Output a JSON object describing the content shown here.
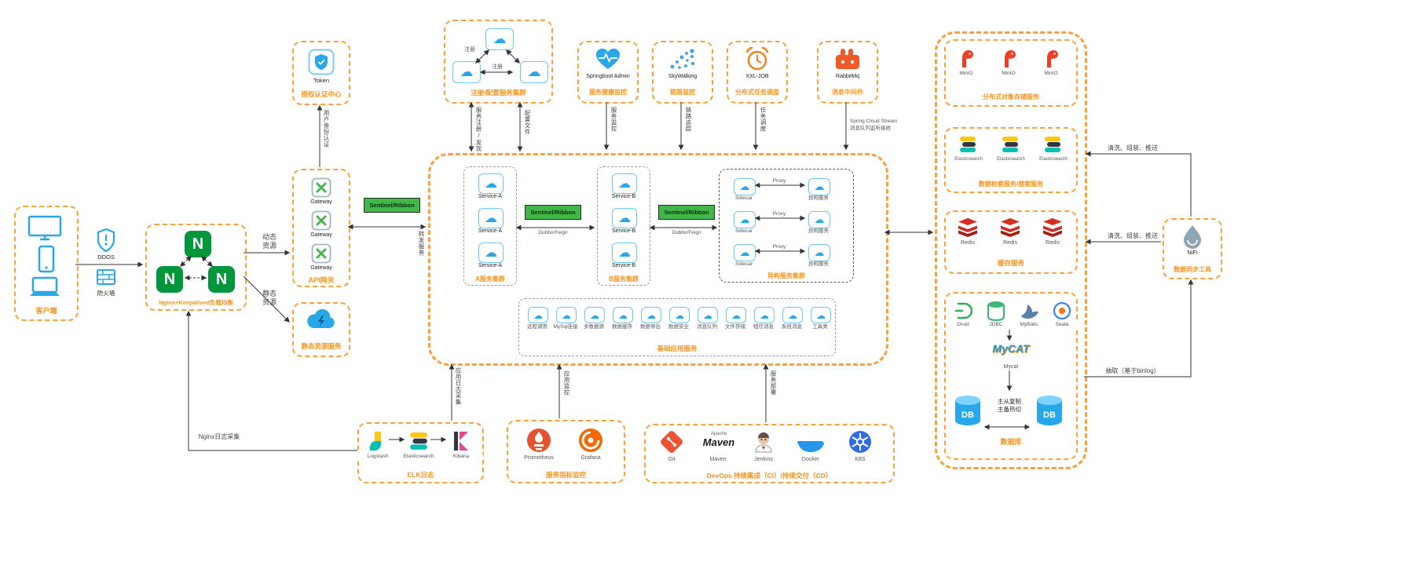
{
  "icons": {
    "cloud": "☁"
  },
  "client": {
    "label": "客户端",
    "ddos_label": "DDOS",
    "firewall_label": "防火墙"
  },
  "nginx": {
    "logo_letter": "N",
    "label": "Nginx+Keepalived负载均衡",
    "log_arrow": "Nginx日志采集"
  },
  "auth": {
    "icon_label": "Token",
    "label": "授权认证中心",
    "arrow_label": "用户身份认证"
  },
  "gateway": {
    "items": [
      "Gateway",
      "Gateway",
      "Gateway"
    ],
    "label": "API网关",
    "dynamic_label": "动态资源",
    "static_label": "静态资源",
    "forward_label": "转发服务"
  },
  "static_service": {
    "label": "静态资源服务"
  },
  "sentinel_label": "Sentinel/Ribbon",
  "dubbo_label": "Dubbo/Feign",
  "registry": {
    "label": "注册/配置服务集群",
    "register_label": "注册",
    "discover_arrow": "服务注册/发现",
    "config_arrow": "配置文件"
  },
  "monitors": {
    "springboot": {
      "name": "Springboot Admin",
      "label": "服务健康监控",
      "arrow": "服务监控"
    },
    "skywalking": {
      "name": "SkyWalking",
      "label": "链路监控",
      "arrow": "链路追踪"
    },
    "xxljob": {
      "name": "XXL-JOB",
      "label": "分布式任务调度",
      "arrow": "任务调度"
    },
    "rabbitmq": {
      "name": "RabbitMq",
      "label": "消息中间件",
      "arrow_line1": "Spring Cloud Stream",
      "arrow_line2": "消息队列监听接收"
    }
  },
  "cluster_a": {
    "services": [
      "Service-A",
      "Service-A",
      "Service-A"
    ],
    "label": "A服务集群"
  },
  "cluster_b": {
    "services": [
      "Service-B",
      "Service-B",
      "Service-B"
    ],
    "label": "B服务集群"
  },
  "hetero": {
    "sidecar": "Sidecar",
    "proxy": "Proxy",
    "service": "异构服务",
    "label": "异构服务集群"
  },
  "base": {
    "items": [
      "远程调用",
      "MySql连接",
      "多数据源",
      "数据缓存",
      "数据导出",
      "数据安全",
      "消息队列",
      "文件存储",
      "短信消息",
      "系统消息",
      "工具类"
    ],
    "label": "基础应用服务"
  },
  "storage": {
    "items": [
      "MinIO",
      "MinIO",
      "MinIO"
    ],
    "label": "分布式对象存储服务"
  },
  "search": {
    "items": [
      "Elasticsearch",
      "Elasticsearch",
      "Elasticsearch"
    ],
    "label": "数据检索服务/搜索服务"
  },
  "cache": {
    "items": [
      "Redis",
      "Redis",
      "Redis"
    ],
    "label": "缓存服务"
  },
  "database": {
    "drivers": [
      "Druid",
      "JDBC",
      "MyBatis",
      "Seata"
    ],
    "mycat_logo": "MyCAT",
    "mycat_label": "Mycat",
    "db_label": "DB",
    "replication_line1": "主从复制",
    "replication_line2": "主备热切",
    "label": "数据库"
  },
  "nifi": {
    "name": "NiFi",
    "label": "数据同步工具",
    "sync_label_top": "清洗、组装、推送",
    "sync_label_mid": "清洗、组装、推送",
    "extract_label": "抽取（基于binlog）"
  },
  "elk": {
    "items": [
      "Logstash",
      "Elasticsearch",
      "Kibana"
    ],
    "label": "ELK日志",
    "app_log_arrow": "应用日志采集"
  },
  "metrics": {
    "items": [
      "Prometheus",
      "Grafana"
    ],
    "label": "服务指标监控",
    "arrow": "应用监控"
  },
  "devops": {
    "items": [
      "Git",
      "Maven",
      "Jenkins",
      "Docker",
      "K8S"
    ],
    "maven_logo_top": "Apache",
    "maven_logo_main": "Maven",
    "label": "DevOps 持续集成（CI）/持续交付（CD）",
    "arrow": "服务部署"
  }
}
